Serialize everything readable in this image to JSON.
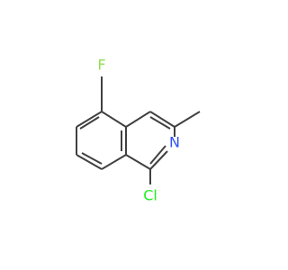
{
  "colors": {
    "bond": "#404040",
    "fluorine": "#90E050",
    "nitrogen": "#3050F8",
    "chlorine": "#1FF01F",
    "background": "#FFFFFF"
  },
  "molecule": {
    "atom_labels": {
      "fluorine": "F",
      "nitrogen": "N",
      "chlorine": "Cl"
    }
  }
}
